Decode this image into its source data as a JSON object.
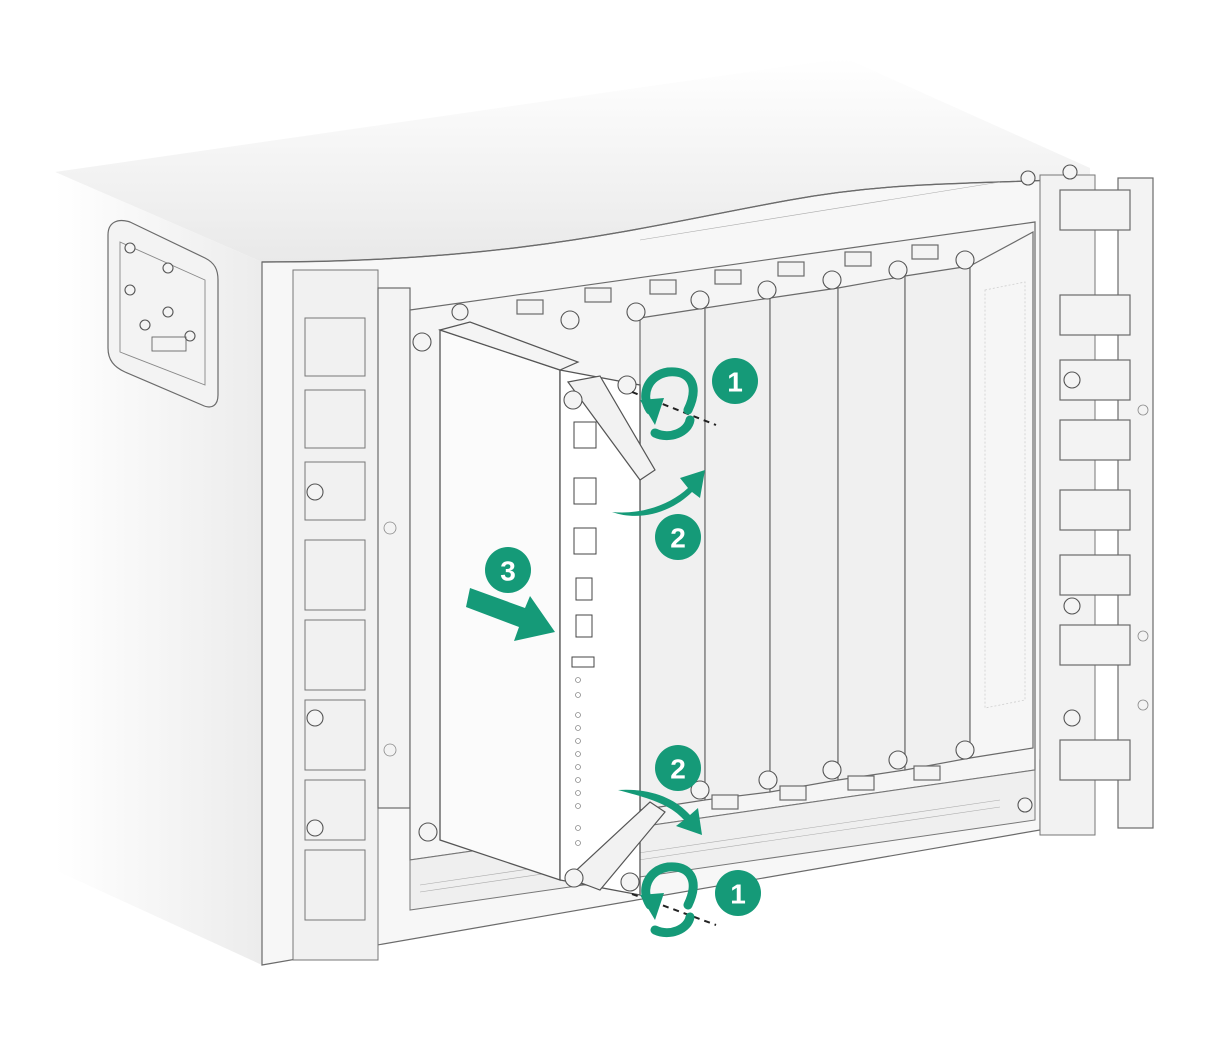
{
  "steps": [
    {
      "id": "step-1-top",
      "label": "1"
    },
    {
      "id": "step-2-top",
      "label": "2"
    },
    {
      "id": "step-3",
      "label": "3"
    },
    {
      "id": "step-2-bottom",
      "label": "2"
    },
    {
      "id": "step-1-bottom",
      "label": "1"
    }
  ],
  "colors": {
    "accent": "#159a78",
    "line": "#6b6b6b",
    "background": "#ffffff"
  },
  "icons": {
    "rotate": "rotate-arrow-icon",
    "lever": "curved-arrow-icon",
    "insert": "insert-arrow-icon"
  }
}
